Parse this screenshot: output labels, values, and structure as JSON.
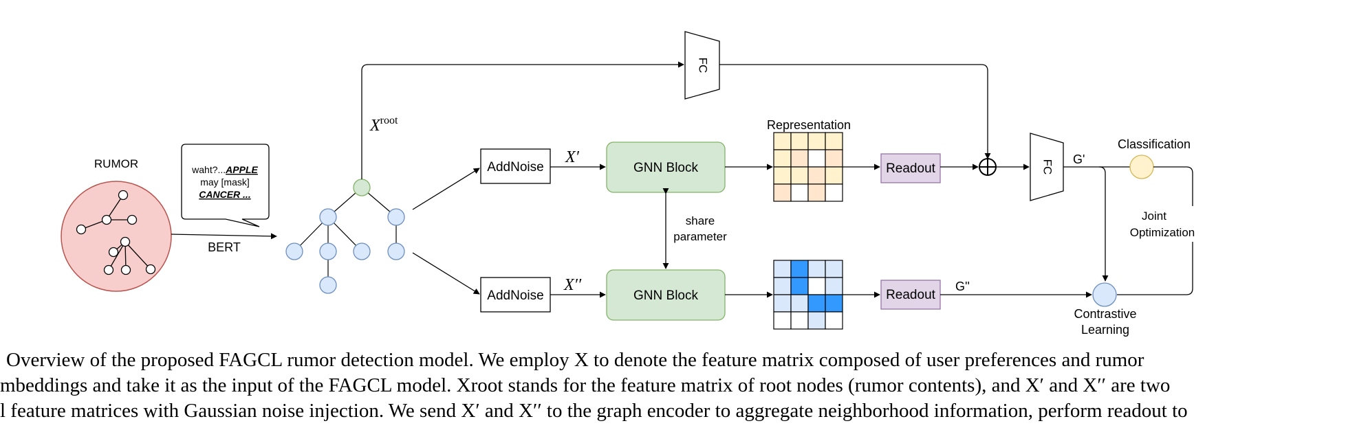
{
  "diagram": {
    "rumor_label": "RUMOR",
    "bert_label": "BERT",
    "bubble_line1": "waht?...",
    "bubble_line1_b": "APPLE",
    "bubble_line2": "may [mask]",
    "bubble_line3": "CANCER ...",
    "x_root": "X",
    "x_root_sup": "root",
    "addnoise_top": "AddNoise",
    "addnoise_bottom": "AddNoise",
    "x_prime": "X′",
    "x_dprime": "X′′",
    "gnn_top": "GNN Block",
    "gnn_bottom": "GNN Block",
    "share_line1": "share",
    "share_line2": "parameter",
    "representation": "Representation",
    "readout_top": "Readout",
    "readout_bottom": "Readout",
    "fc_top": "FC",
    "fc_right": "FC",
    "g_prime": "G'",
    "g_dprime": "G''",
    "classification": "Classification",
    "joint_line1": "Joint",
    "joint_line2": "Optimization",
    "contrastive_line1": "Contrastive",
    "contrastive_line2": "Learning"
  },
  "colors": {
    "rumor_fill": "#f8cecc",
    "rumor_stroke": "#b85450",
    "node_fill": "#dae8fc",
    "node_stroke": "#6c8ebf",
    "root_fill": "#d5e8d4",
    "root_stroke": "#82b366",
    "gnn_fill": "#d5e8d4",
    "readout_fill": "#e1d5e7",
    "readout_stroke": "#9673a6",
    "class_fill": "#fff2cc",
    "class_stroke": "#d6b656",
    "grid_top_light": "#fff2cc",
    "grid_top_orange": "#ffe6cc",
    "grid_bottom_light": "#dae8fc",
    "grid_bottom_dark": "#3399ff"
  },
  "caption": {
    "line1": "Overview of the proposed FAGCL rumor detection model. We employ X to denote the feature matrix composed of user preferences and rumor",
    "line2": "mbeddings and take it as the input of the FAGCL model. Xroot stands for the feature matrix of root nodes (rumor contents), and X′ and X′′ are two",
    "line3": "l feature matrices with Gaussian noise injection. We send X′ and X′′ to the graph encoder to aggregate neighborhood information, perform readout to"
  }
}
